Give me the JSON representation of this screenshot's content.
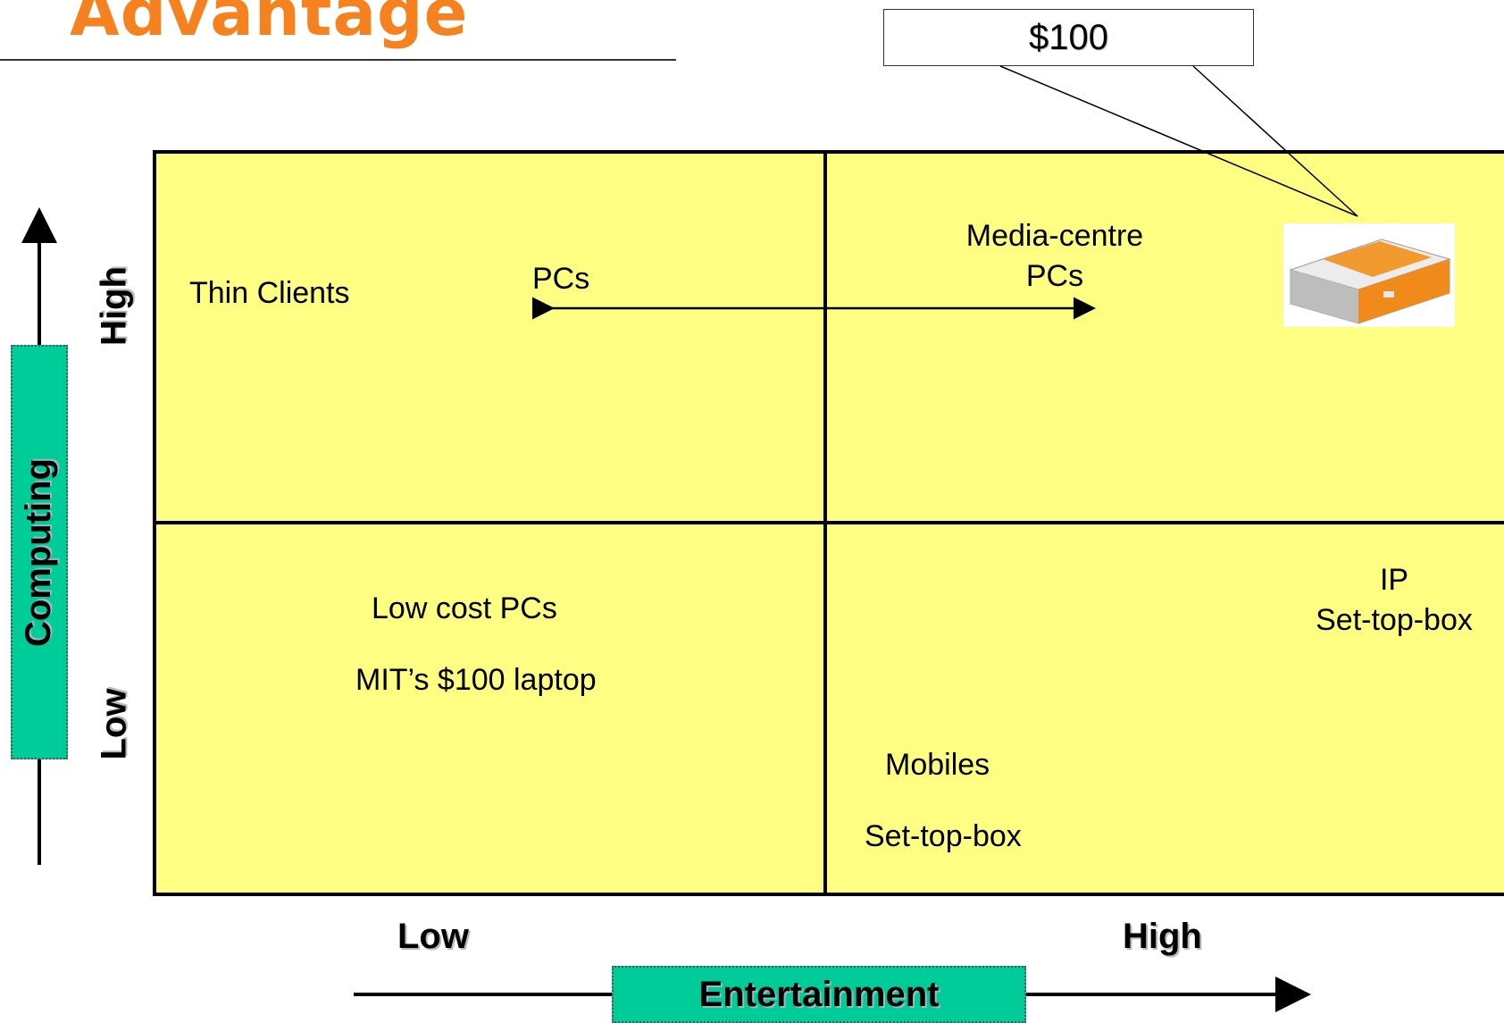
{
  "title": "Advantage",
  "callout": {
    "price": "$100"
  },
  "quadrants": {
    "top_left": {
      "thin_clients": "Thin Clients",
      "pcs": "PCs"
    },
    "top_right": {
      "media_centre_line1": "Media-centre",
      "media_centre_line2": "PCs"
    },
    "bottom_left": {
      "low_cost_pcs": "Low cost PCs",
      "mit_laptop": "MIT’s $100 laptop"
    },
    "bottom_right": {
      "ip_line1": "IP",
      "ip_line2": "Set-top-box",
      "mobiles": "Mobiles",
      "set_top_box": "Set-top-box"
    }
  },
  "y_axis": {
    "name": "Computing",
    "high": "High",
    "low": "Low"
  },
  "x_axis": {
    "name": "Entertainment",
    "low": "Low",
    "high": "High"
  },
  "colors": {
    "title": "#f6821f",
    "quadrant_fill": "#fefe82",
    "axis_box": "#00cc99",
    "device_accent": "#f39a2e"
  },
  "icons": {
    "device": "set-top-box-device-icon"
  }
}
